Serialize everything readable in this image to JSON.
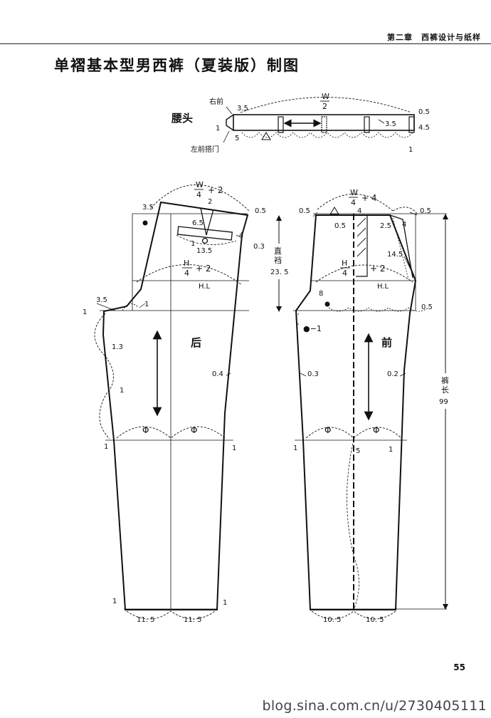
{
  "header": {
    "chapter": "第二章　西裤设计与纸样",
    "title": "单褶基本型男西裤（夏装版）制图"
  },
  "waistband": {
    "label": "腰头",
    "right_front": "右前",
    "left_front_tab": "左前搭门",
    "w_num": "W",
    "w_den": "2",
    "dim_3_5_left": "3.5",
    "dim_1_left": "1",
    "dim_5": "5",
    "dim_3_5_right": "3.5",
    "dim_0_5": "0.5",
    "dim_4_5": "4.5",
    "dim_1_right": "1"
  },
  "back": {
    "label": "后",
    "waist_num": "W",
    "waist_den": "4",
    "waist_add": "+ 2",
    "hip_num": "H",
    "hip_den": "4",
    "hip_add": "+ 2",
    "hl": "H.L",
    "dim_3_5_top": "3.5",
    "dim_2": "2",
    "dim_0_5": "0.5",
    "dim_6_5": "6.5",
    "dim_4": "4",
    "dim_1_pocket": "1",
    "dim_13_5": "13.5",
    "dim_0_3_top": "0.3",
    "dim_3_5_crotch": "3.5",
    "dim_1_crotch_left": "1",
    "dim_1_crotch_right": "1",
    "dim_1_3": "1.3",
    "dim_1_mid": "1",
    "dim_0_4": "0.4",
    "knee_sym_left": "Φ",
    "knee_sym_right": "Φ",
    "dim_1_knee_left": "1",
    "dim_1_knee_right": "1",
    "dim_1_hem_left": "1",
    "dim_1_hem_right": "1",
    "hem_left": "11. 5",
    "hem_right": "11. 5"
  },
  "rise": {
    "label_1": "直",
    "label_2": "裆",
    "value": "23. 5"
  },
  "front": {
    "label": "前",
    "waist_num": "W",
    "waist_den": "4",
    "waist_add": "+ 4",
    "hip_num": "H",
    "hip_den": "4",
    "hip_add": "+ 2",
    "hl": "H.L",
    "dim_0_5_left": "0.5",
    "dim_4_top": "4",
    "dim_0_5_right": "0.5",
    "dim_0_5_inner": "0.5",
    "dim_2_5": "2.5",
    "dim_4_pocket": "4",
    "dim_14_5": "14.5",
    "dim_8": "8",
    "dim_minus_1": "●−1",
    "dim_0_5_hip": "0.5",
    "dim_0_3": "0.3",
    "dim_0_2": "0.2",
    "knee_sym_left": "Φ",
    "knee_sym_right": "Φ",
    "dim_1_knee_left": "1",
    "dim_1_knee_right": "1",
    "dim_5": "5",
    "hem_left": "10. 5",
    "hem_right": "10. 5"
  },
  "length": {
    "label_1": "裤",
    "label_2": "长",
    "value": "99"
  },
  "footer": {
    "page": "55",
    "watermark": "blog.sina.com.cn/u/2730405111"
  }
}
